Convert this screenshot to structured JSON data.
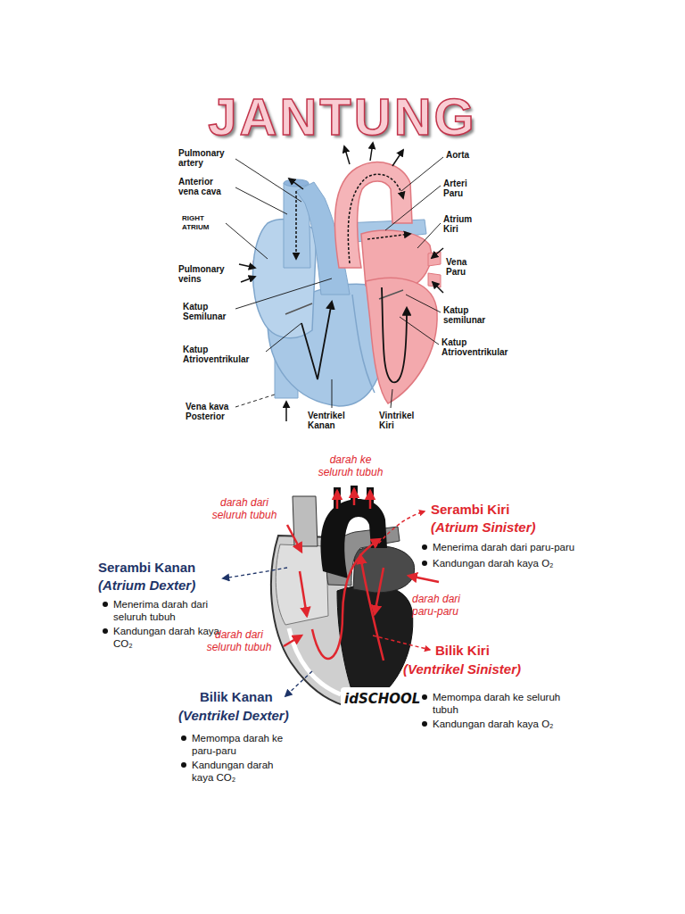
{
  "diagram": {
    "title": "JANTUNG",
    "labels": [
      "Pulmonary artery",
      "Aorta",
      "Anterior vena cava",
      "Arteri Paru",
      "RIGHT ATRIUM",
      "Atrium Kiri",
      "Pulmonary veins",
      "Vena Paru",
      "Katup Semilunar",
      "Katup semilunar",
      "Katup Atrioventrikular",
      "Katup Atrioventrikular",
      "Vena kava Posterior",
      "Ventrikel Kanan",
      "Vintrikel Kiri",
      "darah ke seluruh tubuh",
      "darah dari seluruh tubuh",
      "Serambi Kiri",
      "(Atrium Sinister)",
      "Menerima darah dari paru-paru",
      "Kandungan darah kaya O₂",
      "Serambi Kanan",
      "(Atrium Dexter)",
      "Menerima darah dari seluruh tubuh",
      "Kandungan darah kaya CO₂",
      "darah dari paru-paru",
      "darah dari seluruh tubuh",
      "Bilik Kiri",
      "(Ventrikel Sinister)",
      "idSCHOOL",
      "Memompa darah ke seluruh tubuh",
      "Kandungan darah kaya O₂",
      "Bilik Kanan",
      "(Ventrikel Dexter)",
      "Memompa darah ke paru-paru",
      "Kandungan darah kaya CO₂"
    ]
  }
}
